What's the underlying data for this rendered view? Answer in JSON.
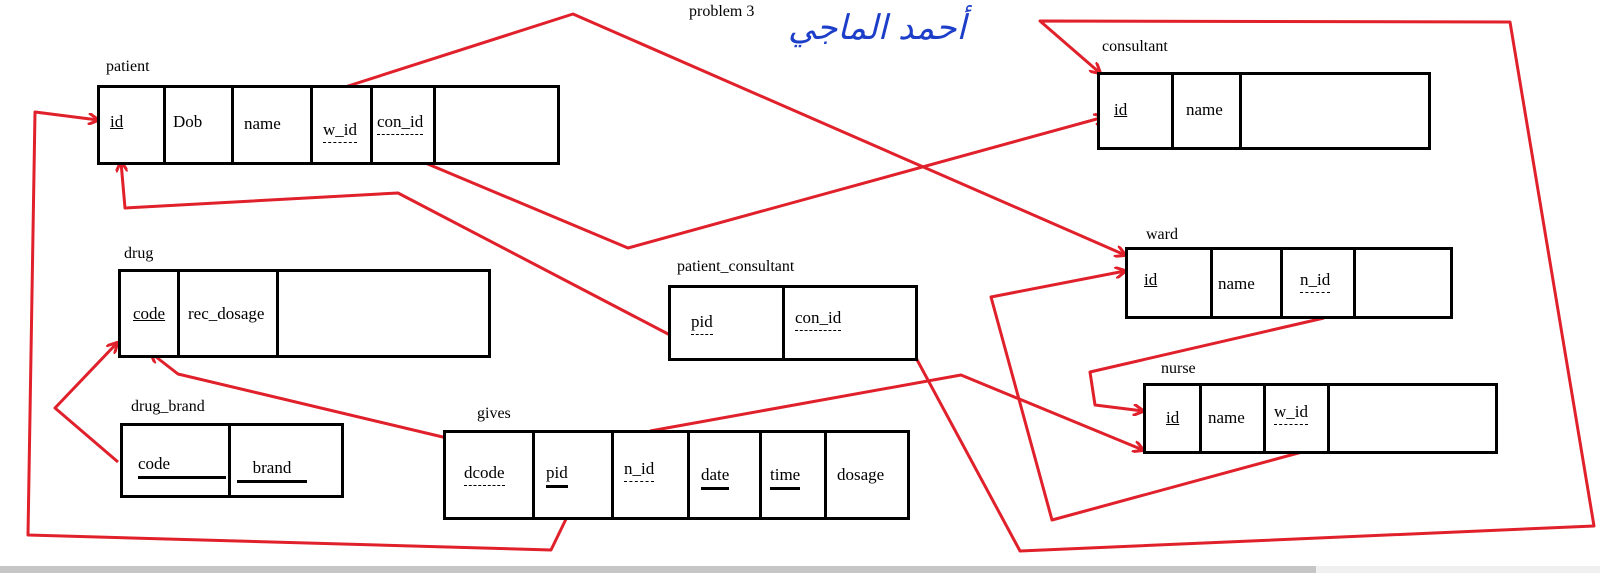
{
  "title": "problem 3",
  "signature": "أحمد الماجي",
  "colors": {
    "arrow": "#e0202a",
    "signature": "#1d3ec9",
    "border": "#000000"
  },
  "tables": {
    "patient": {
      "name": "patient",
      "fields": [
        "id",
        "Dob",
        "name",
        "w_id",
        "con_id"
      ]
    },
    "consultant": {
      "name": "consultant",
      "fields": [
        "id",
        "name"
      ]
    },
    "ward": {
      "name": "ward",
      "fields": [
        "id",
        "name",
        "n_id"
      ]
    },
    "nurse": {
      "name": "nurse",
      "fields": [
        "id",
        "name",
        "w_id"
      ]
    },
    "drug": {
      "name": "drug",
      "fields": [
        "code",
        "rec_dosage"
      ]
    },
    "drug_brand": {
      "name": "drug_brand",
      "fields": [
        "code",
        "brand"
      ]
    },
    "patient_consultant": {
      "name": "patient_consultant",
      "fields": [
        "pid",
        "con_id"
      ]
    },
    "gives": {
      "name": "gives",
      "fields": [
        "dcode",
        "pid",
        "n_id",
        "date",
        "time",
        "dosage"
      ]
    }
  }
}
